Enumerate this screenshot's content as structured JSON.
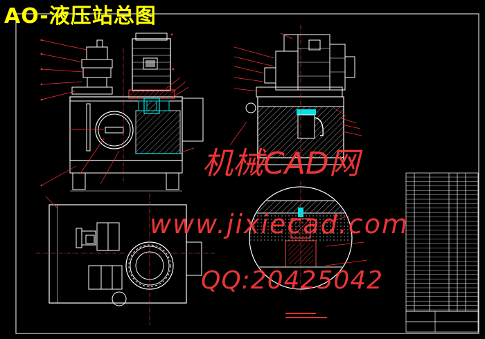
{
  "title": "AO-液压站总图",
  "watermark": {
    "line1": "机械CAD网",
    "line2": "www.jixiecad.com",
    "line3": "QQ:20425042"
  },
  "colors": {
    "background": "#000000",
    "title": "#ffff00",
    "watermark": "#ff3a3a",
    "drawing_white": "#ffffff",
    "leader_red": "#ff3030",
    "section_cyan": "#00e5e5",
    "hatch_magenta": "#ff55ff"
  }
}
